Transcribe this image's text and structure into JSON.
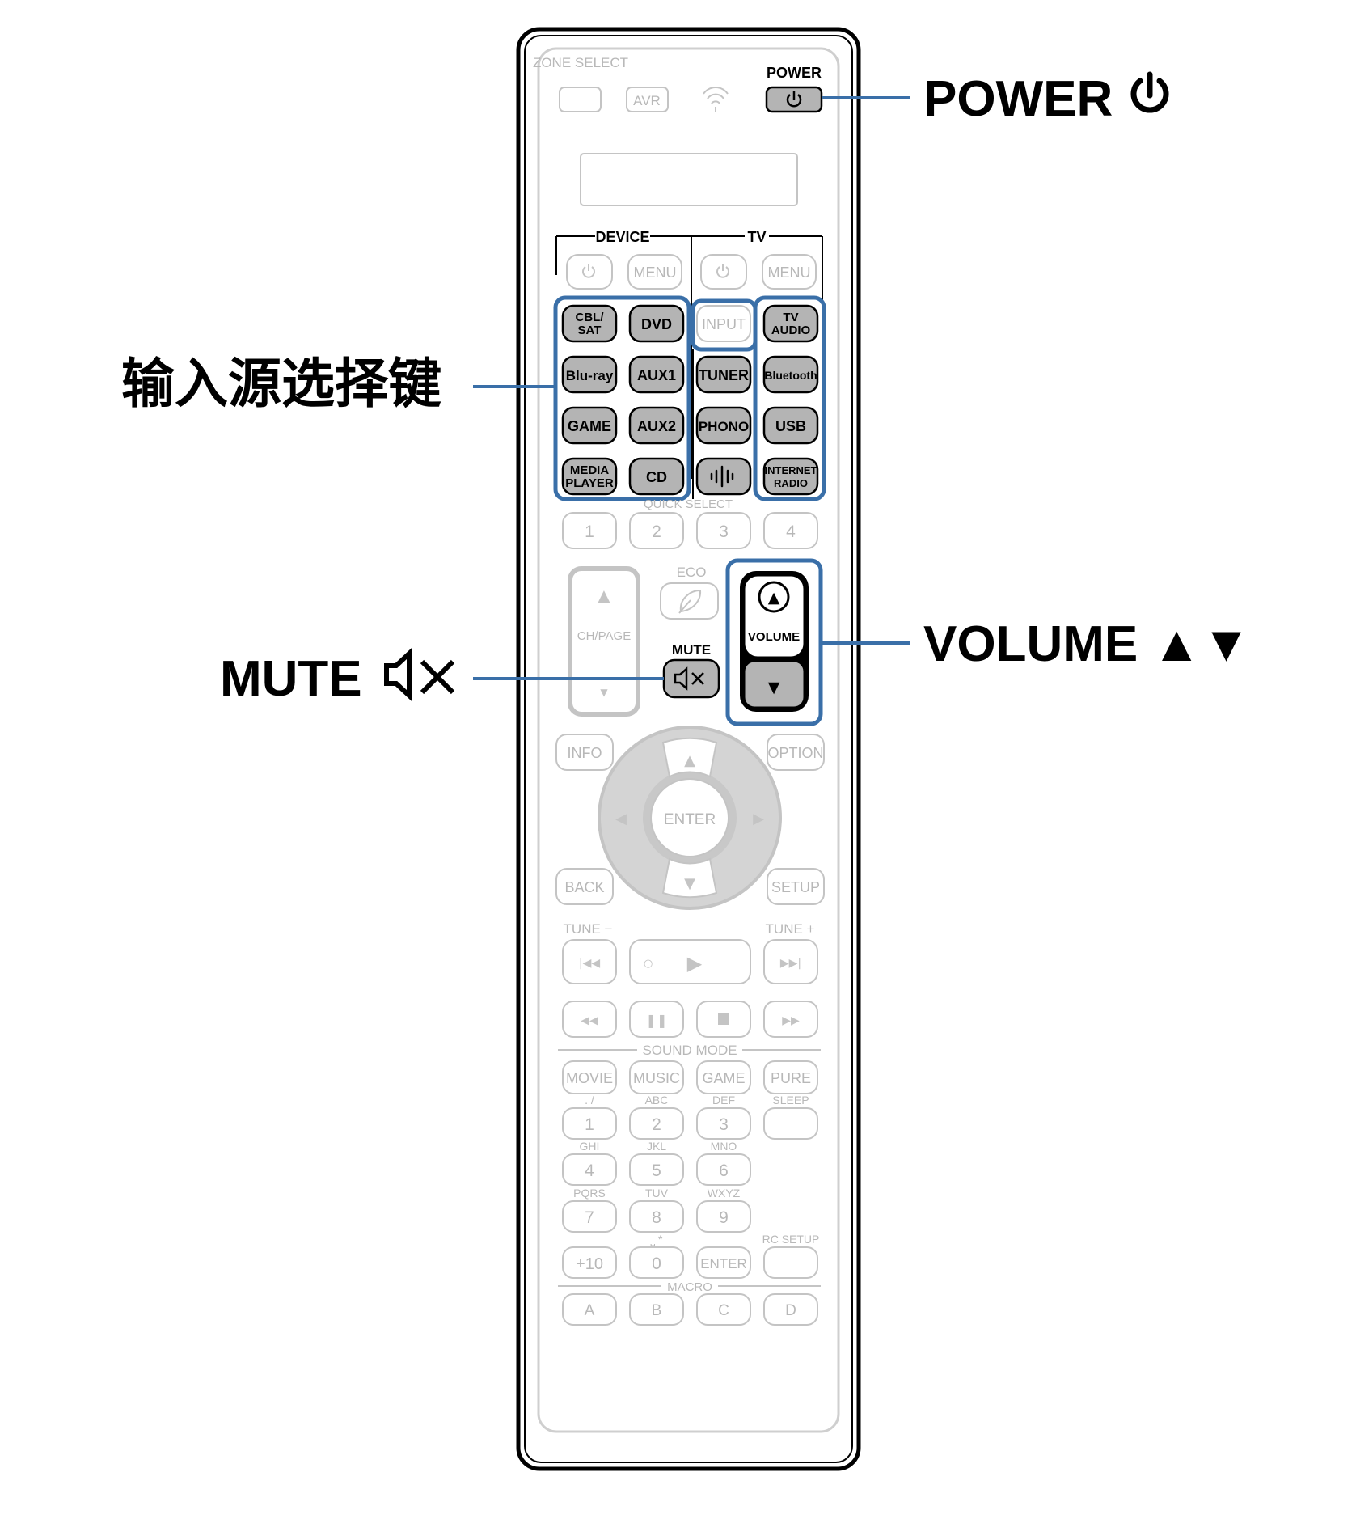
{
  "colors": {
    "highlight": "#3a6fa8",
    "active_key": "#b4b4b4",
    "inactive_outline": "#c4c4c4",
    "inactive_text": "#b8b8b8",
    "body_outline": "#000000"
  },
  "callouts": {
    "power": {
      "label": "POWER",
      "icon": "power-icon"
    },
    "input_source": {
      "label": "输入源选择键"
    },
    "mute": {
      "label": "MUTE",
      "icon": "mute-speaker-icon"
    },
    "volume": {
      "label": "VOLUME ▲▼"
    }
  },
  "remote": {
    "top": {
      "zone_select": "ZONE SELECT",
      "avr": "AVR",
      "power": "POWER",
      "wifi_icon": "wifi-icon"
    },
    "group_device": "DEVICE",
    "group_tv": "TV",
    "menu": "MENU",
    "input": "INPUT",
    "input_sources": [
      [
        "CBL/ SAT",
        "DVD",
        "TV AUDIO"
      ],
      [
        "Blu-ray",
        "AUX1",
        "TUNER",
        "Bluetooth"
      ],
      [
        "GAME",
        "AUX2",
        "PHONO",
        "USB"
      ],
      [
        "MEDIA PLAYER",
        "CD",
        "",
        "INTERNET RADIO"
      ]
    ],
    "quick_select_label": "QUICK SELECT",
    "quick_select": [
      "1",
      "2",
      "3",
      "4"
    ],
    "eco": "ECO",
    "ch_page": "CH/PAGE",
    "mute": "MUTE",
    "volume": "VOLUME",
    "info": "INFO",
    "option": "OPTION",
    "enter": "ENTER",
    "back": "BACK",
    "setup": "SETUP",
    "tune_minus": "TUNE −",
    "tune_plus": "TUNE +",
    "sound_mode_label": "SOUND MODE",
    "sound_modes": [
      "MOVIE",
      "MUSIC",
      "GAME",
      "PURE"
    ],
    "sleep": "SLEEP",
    "letters": [
      ". /",
      "ABC",
      "DEF",
      "GHI",
      "JKL",
      "MNO",
      "PQRS",
      "TUV",
      "WXYZ",
      "⎵ *"
    ],
    "digits": [
      "1",
      "2",
      "3",
      "4",
      "5",
      "6",
      "7",
      "8",
      "9",
      "+10",
      "0",
      "ENTER"
    ],
    "rc_setup": "RC SETUP",
    "macro_label": "MACRO",
    "macros": [
      "A",
      "B",
      "C",
      "D"
    ]
  }
}
